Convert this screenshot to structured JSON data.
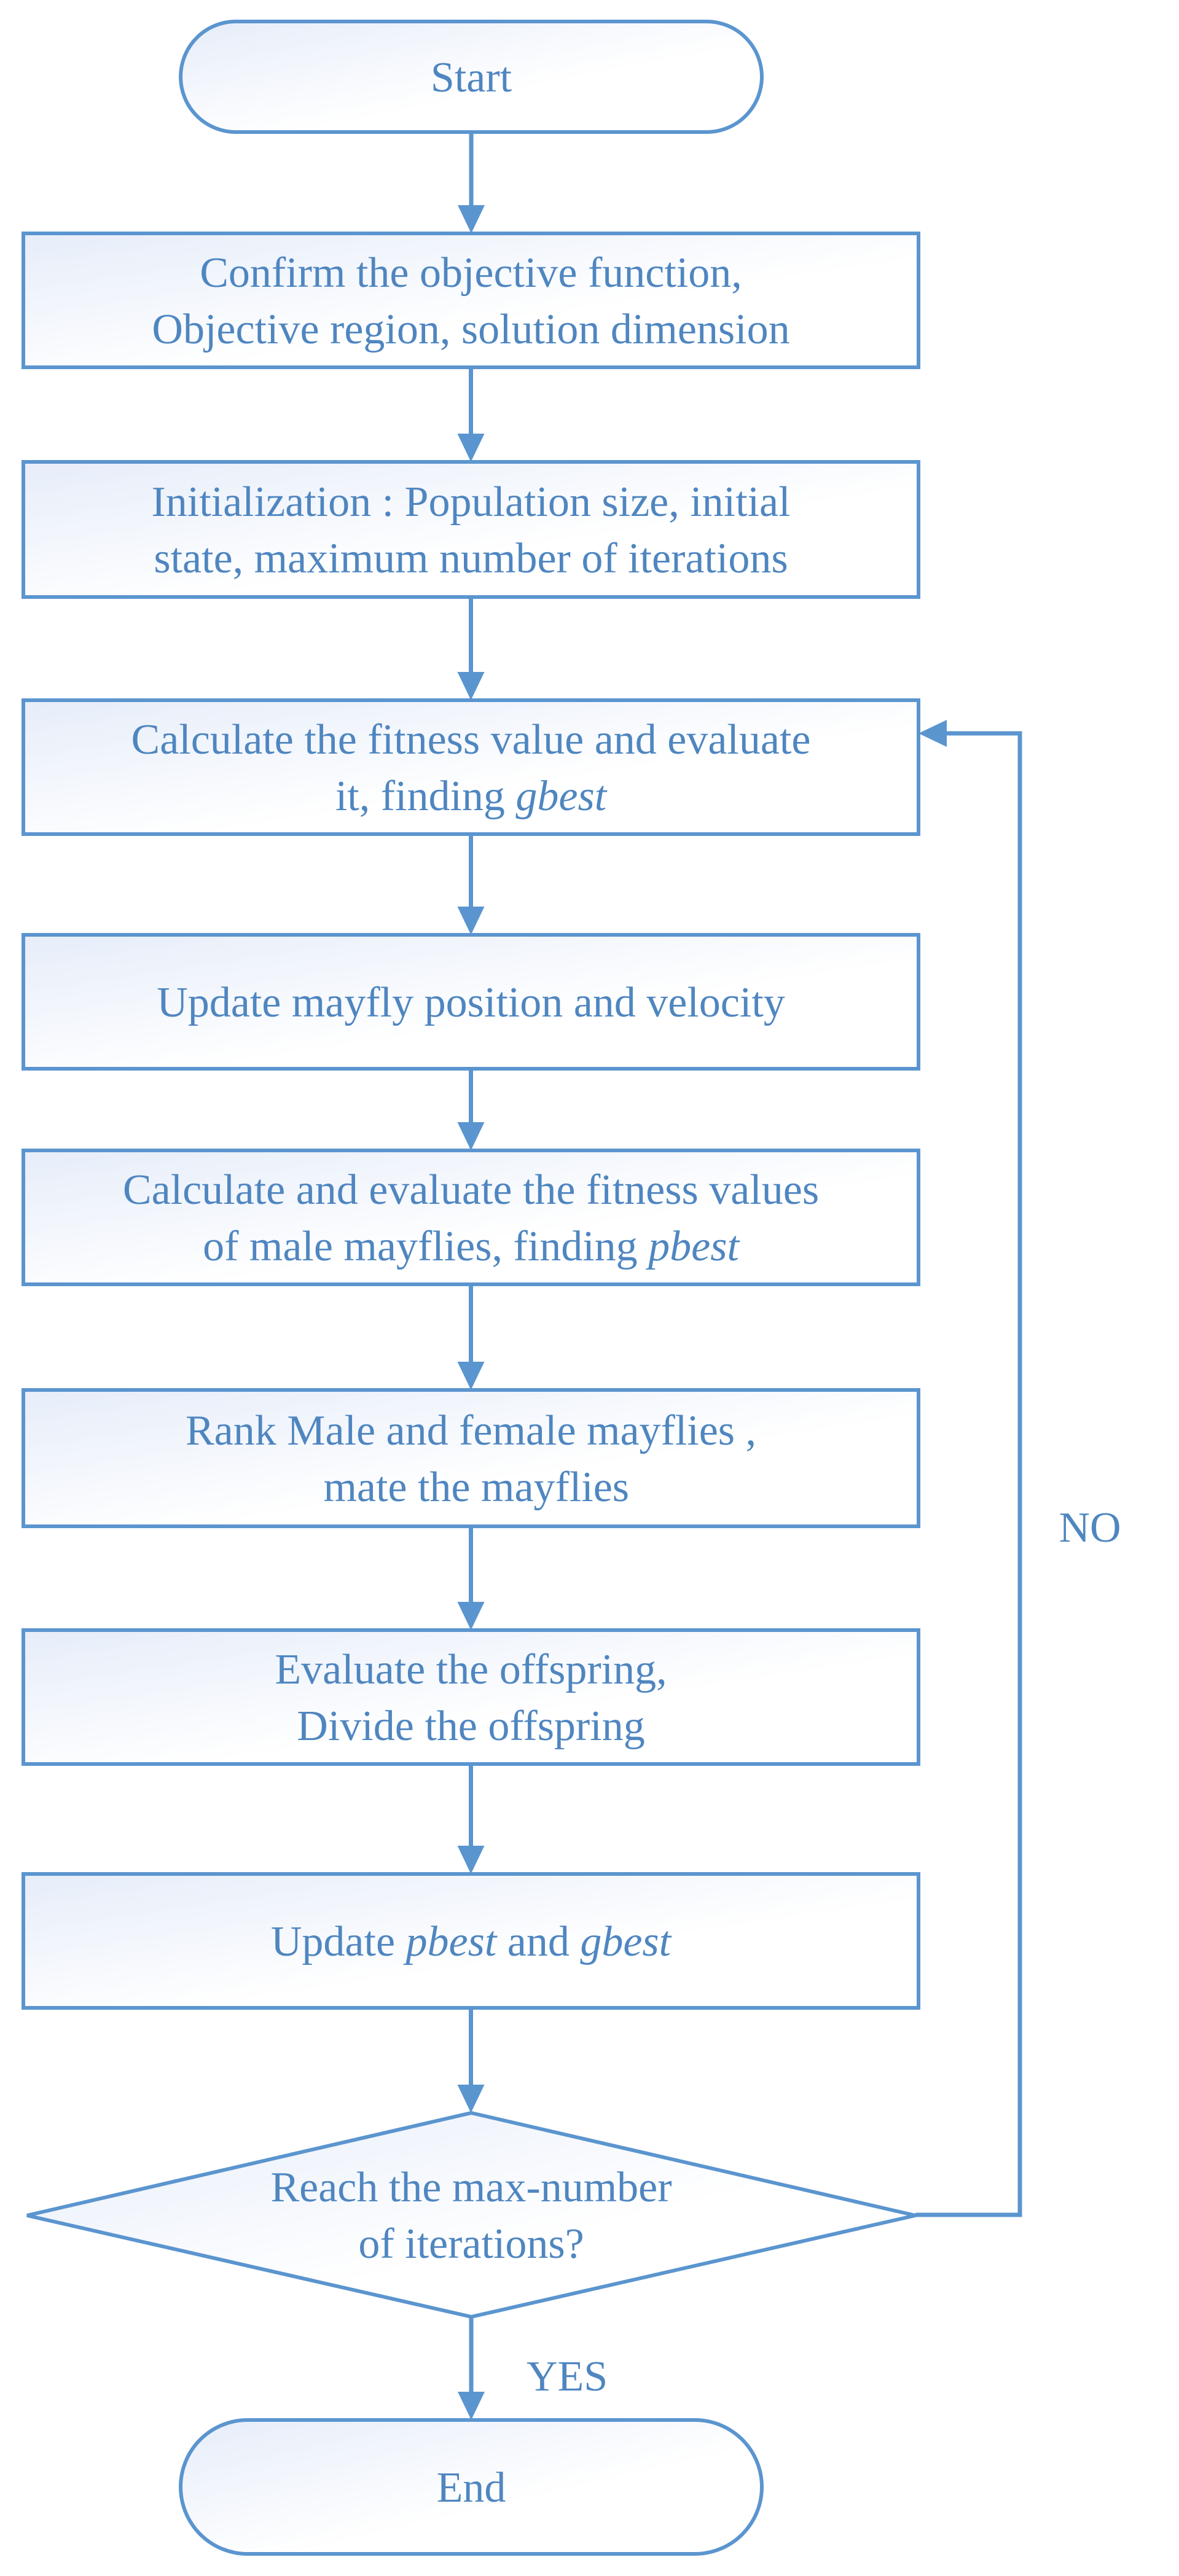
{
  "diagram": {
    "type": "flowchart",
    "colors": {
      "stroke": "#5b95cf",
      "text": "#4f86c0",
      "fill_light": "#e6edf9",
      "fill_white": "#ffffff"
    },
    "nodes": [
      {
        "id": "start",
        "shape": "terminal",
        "lines": [
          "Start"
        ]
      },
      {
        "id": "confirm",
        "shape": "process",
        "lines": [
          "Confirm the objective function,",
          "Objective region, solution dimension"
        ]
      },
      {
        "id": "init",
        "shape": "process",
        "lines": [
          "Initialization : Population size, initial",
          "state, maximum number of iterations"
        ]
      },
      {
        "id": "fitness",
        "shape": "process",
        "lines": [
          [
            "Calculate the fitness value and evaluate"
          ],
          [
            "it, finding ",
            {
              "t": "gbest",
              "i": true
            }
          ]
        ]
      },
      {
        "id": "update-mayfly",
        "shape": "process",
        "lines": [
          "Update mayfly position and velocity"
        ]
      },
      {
        "id": "male",
        "shape": "process",
        "lines": [
          [
            "Calculate and evaluate the fitness values"
          ],
          [
            "of male mayflies, finding  ",
            {
              "t": "pbest",
              "i": true
            }
          ]
        ]
      },
      {
        "id": "rank",
        "shape": "process",
        "lines": [
          "Rank Male and female mayflies ,",
          " mate the mayflies"
        ]
      },
      {
        "id": "offspring",
        "shape": "process",
        "lines": [
          "Evaluate the offspring,",
          "Divide the offspring"
        ]
      },
      {
        "id": "update-best",
        "shape": "process",
        "lines": [
          [
            "Update ",
            {
              "t": "pbest",
              "i": true
            },
            " and ",
            {
              "t": "gbest",
              "i": true
            }
          ]
        ]
      },
      {
        "id": "decision",
        "shape": "decision",
        "lines": [
          "Reach the max-number",
          "of iterations?"
        ]
      },
      {
        "id": "end",
        "shape": "terminal",
        "lines": [
          "End"
        ]
      }
    ],
    "edges": [
      {
        "from": "start",
        "to": "confirm"
      },
      {
        "from": "confirm",
        "to": "init"
      },
      {
        "from": "init",
        "to": "fitness"
      },
      {
        "from": "fitness",
        "to": "update-mayfly"
      },
      {
        "from": "update-mayfly",
        "to": "male"
      },
      {
        "from": "male",
        "to": "rank"
      },
      {
        "from": "rank",
        "to": "offspring"
      },
      {
        "from": "offspring",
        "to": "update-best"
      },
      {
        "from": "update-best",
        "to": "decision"
      },
      {
        "from": "decision",
        "to": "end",
        "label": "YES"
      },
      {
        "from": "decision",
        "to": "fitness",
        "label": "NO"
      }
    ]
  }
}
